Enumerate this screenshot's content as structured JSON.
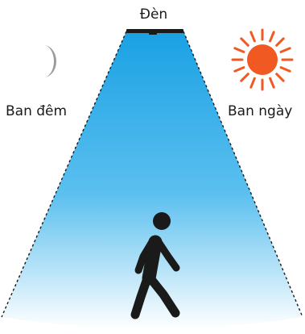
{
  "labels": {
    "lamp": "Đèn",
    "night": "Ban đêm",
    "day": "Ban ngày"
  },
  "icons": {
    "night": "moon-icon",
    "day": "sun-icon",
    "lamp": "ceiling-lamp-icon",
    "person": "walking-person-icon"
  },
  "colors": {
    "beam_top": "#1aa1e4",
    "beam_bottom": "#ffffff",
    "moon": "#9a9a9a",
    "sun": "#f05a22",
    "person": "#1a1a1a",
    "lamp": "#1a1a1a"
  }
}
